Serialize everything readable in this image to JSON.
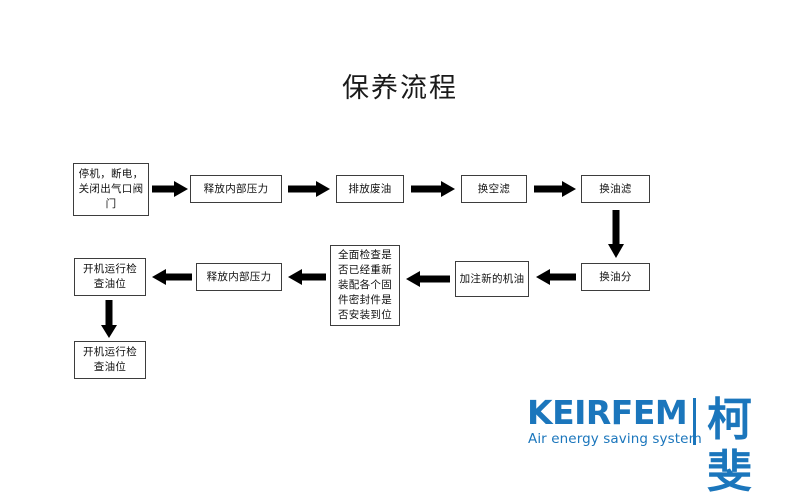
{
  "slide": {
    "title": "保养流程",
    "background_color": "#ffffff"
  },
  "flow": {
    "boxes": [
      {
        "id": "box-stop",
        "label": "停机，断电，关闭出气口阀门"
      },
      {
        "id": "box-release1",
        "label": "释放内部压力"
      },
      {
        "id": "box-drain",
        "label": "排放废油"
      },
      {
        "id": "box-airfilter",
        "label": "换空滤"
      },
      {
        "id": "box-oilfilter",
        "label": "换油滤"
      },
      {
        "id": "box-oilsep",
        "label": "换油分"
      },
      {
        "id": "box-addoil",
        "label": "加注新的机油"
      },
      {
        "id": "box-inspect",
        "label": "全面检查是否已经重新装配各个固件密封件是否安装到位"
      },
      {
        "id": "box-release2",
        "label": "释放内部压力"
      },
      {
        "id": "box-start1",
        "label": "开机运行检查油位"
      },
      {
        "id": "box-start2",
        "label": "开机运行检查油位"
      }
    ],
    "arrows": [
      {
        "id": "arrow-1",
        "from": "box-stop",
        "to": "box-release1",
        "direction": "right"
      },
      {
        "id": "arrow-2",
        "from": "box-release1",
        "to": "box-drain",
        "direction": "right"
      },
      {
        "id": "arrow-3",
        "from": "box-drain",
        "to": "box-airfilter",
        "direction": "right"
      },
      {
        "id": "arrow-4",
        "from": "box-airfilter",
        "to": "box-oilfilter",
        "direction": "right"
      },
      {
        "id": "arrow-5",
        "from": "box-oilfilter",
        "to": "box-oilsep",
        "direction": "down"
      },
      {
        "id": "arrow-6",
        "from": "box-oilsep",
        "to": "box-addoil",
        "direction": "left"
      },
      {
        "id": "arrow-7",
        "from": "box-addoil",
        "to": "box-inspect",
        "direction": "left"
      },
      {
        "id": "arrow-8",
        "from": "box-inspect",
        "to": "box-release2",
        "direction": "left"
      },
      {
        "id": "arrow-9",
        "from": "box-release2",
        "to": "box-start1",
        "direction": "left"
      },
      {
        "id": "arrow-10",
        "from": "box-start1",
        "to": "box-start2",
        "direction": "down"
      }
    ],
    "arrow_color": "#000000",
    "box_border_color": "#3d3d3d"
  },
  "logo": {
    "wordmark": "KEIRFEM",
    "tagline": "Air energy saving system",
    "chinese": "柯斐",
    "color": "#1b76bc"
  }
}
